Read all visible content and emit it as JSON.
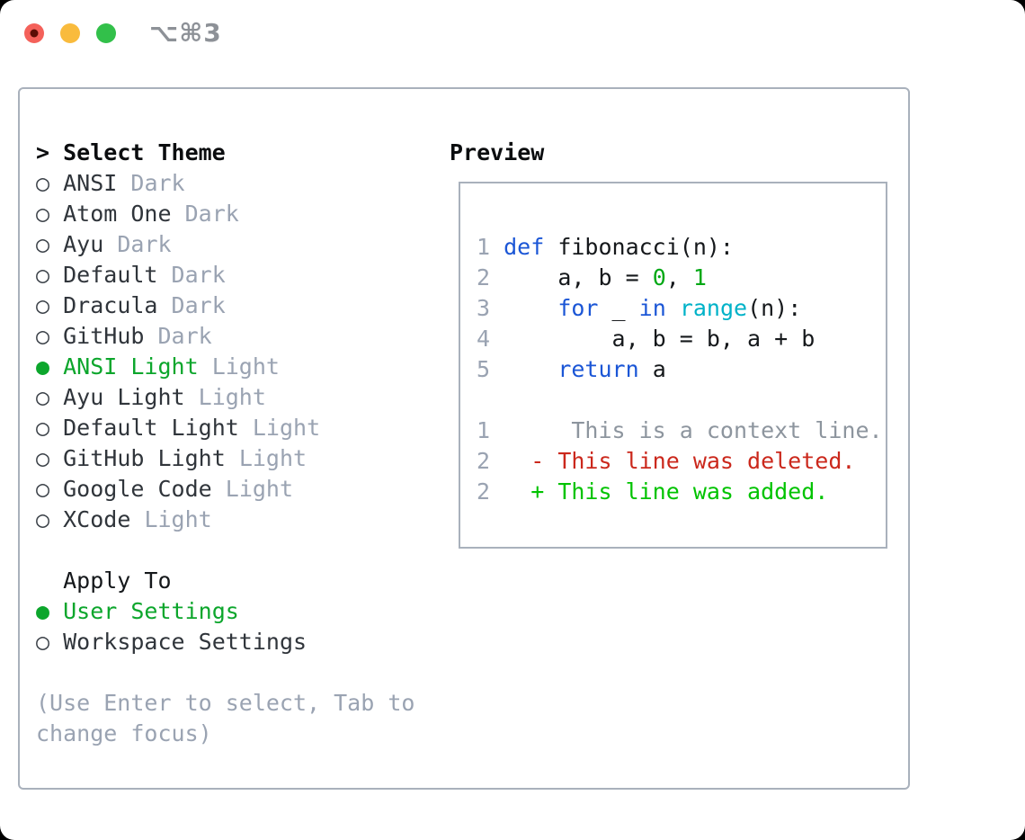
{
  "window": {
    "title": "⌥⌘3"
  },
  "colors": {
    "traffic_red": "#f4615a",
    "traffic_red_dot": "#5a0e06",
    "traffic_yellow": "#f9bb3d",
    "traffic_green": "#32c04a",
    "title_gray": "#8d9197",
    "panel_border": "#a9b1bc",
    "selection_green": "#0ca62c",
    "bullet_gray": "#3a4047",
    "item_text": "#30353b",
    "muted_gray": "#9aa3b2",
    "text_dark": "#15181b",
    "syntax": {
      "keyword": "#1b56d6",
      "builtin": "#00b2c8",
      "number": "#00a814",
      "plain": "#15181b",
      "context": "#8d959e",
      "deleted": "#cb281c",
      "added": "#00c300",
      "lineno": "#9aa3b2"
    }
  },
  "icons": {
    "radio_selected": "●",
    "radio_unselected": "○"
  },
  "theme_panel": {
    "header_prefix": "> ",
    "header": "Select Theme",
    "items": [
      {
        "name": "ANSI",
        "variant": "Dark",
        "selected": false
      },
      {
        "name": "Atom One",
        "variant": "Dark",
        "selected": false
      },
      {
        "name": "Ayu",
        "variant": "Dark",
        "selected": false
      },
      {
        "name": "Default",
        "variant": "Dark",
        "selected": false
      },
      {
        "name": "Dracula",
        "variant": "Dark",
        "selected": false
      },
      {
        "name": "GitHub",
        "variant": "Dark",
        "selected": false
      },
      {
        "name": "ANSI Light",
        "variant": "Light",
        "selected": true
      },
      {
        "name": "Ayu Light",
        "variant": "Light",
        "selected": false
      },
      {
        "name": "Default Light",
        "variant": "Light",
        "selected": false
      },
      {
        "name": "GitHub Light",
        "variant": "Light",
        "selected": false
      },
      {
        "name": "Google Code",
        "variant": "Light",
        "selected": false
      },
      {
        "name": "XCode",
        "variant": "Light",
        "selected": false
      }
    ]
  },
  "apply_to": {
    "header": "Apply To",
    "options": [
      {
        "label": "User Settings",
        "selected": true
      },
      {
        "label": "Workspace Settings",
        "selected": false
      }
    ]
  },
  "help_lines": [
    "(Use Enter to select, Tab to",
    "change focus)"
  ],
  "preview": {
    "header": "Preview",
    "lines": [
      {
        "num": "1",
        "tokens": [
          {
            "text": "def",
            "style": "keyword"
          },
          {
            "text": " fibonacci(n):",
            "style": "plain"
          }
        ]
      },
      {
        "num": "2",
        "tokens": [
          {
            "text": "    a, b = ",
            "style": "plain"
          },
          {
            "text": "0",
            "style": "number"
          },
          {
            "text": ", ",
            "style": "plain"
          },
          {
            "text": "1",
            "style": "number"
          }
        ]
      },
      {
        "num": "3",
        "tokens": [
          {
            "text": "    ",
            "style": "plain"
          },
          {
            "text": "for",
            "style": "keyword"
          },
          {
            "text": " _ ",
            "style": "plain"
          },
          {
            "text": "in",
            "style": "keyword"
          },
          {
            "text": " ",
            "style": "plain"
          },
          {
            "text": "range",
            "style": "builtin"
          },
          {
            "text": "(n):",
            "style": "plain"
          }
        ]
      },
      {
        "num": "4",
        "tokens": [
          {
            "text": "        a, b = b, a + b",
            "style": "plain"
          }
        ]
      },
      {
        "num": "5",
        "tokens": [
          {
            "text": "    ",
            "style": "plain"
          },
          {
            "text": "return",
            "style": "keyword"
          },
          {
            "text": " a",
            "style": "plain"
          }
        ]
      },
      {
        "num": "",
        "tokens": []
      },
      {
        "num": "1",
        "tokens": [
          {
            "text": "     This is a context line.",
            "style": "context"
          }
        ]
      },
      {
        "num": "2",
        "tokens": [
          {
            "text": "  - This line was deleted.",
            "style": "deleted"
          }
        ]
      },
      {
        "num": "2",
        "tokens": [
          {
            "text": "  + This line was added.",
            "style": "added"
          }
        ]
      }
    ]
  }
}
